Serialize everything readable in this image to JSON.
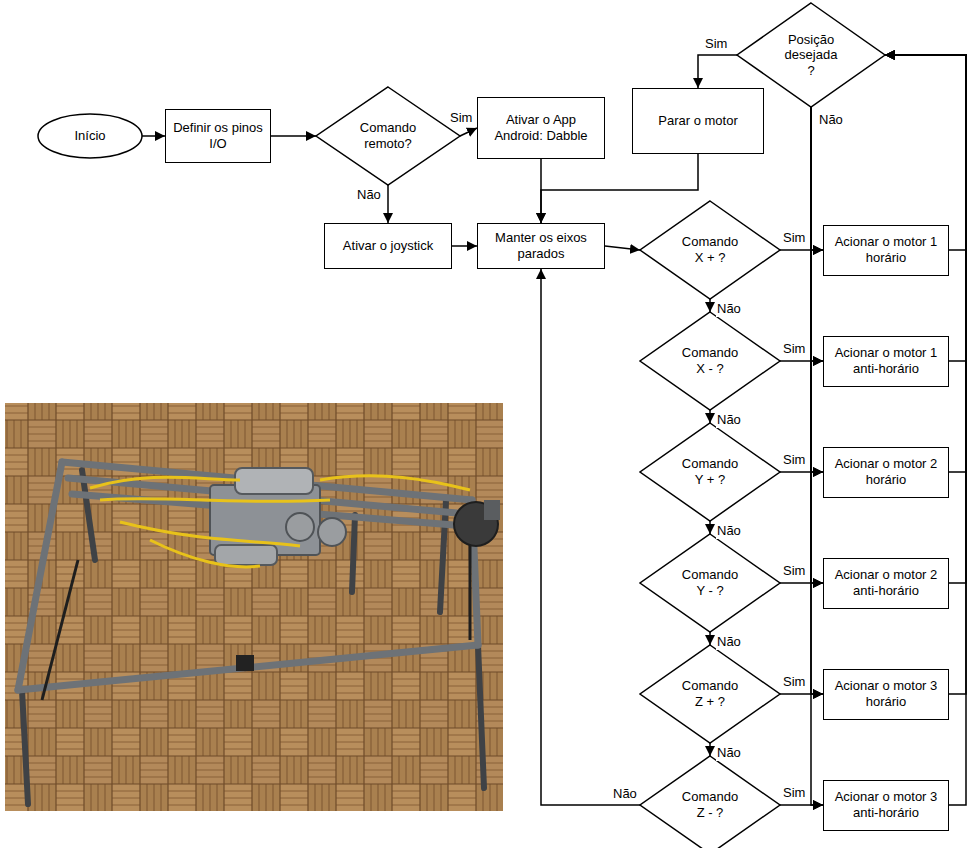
{
  "diagram": {
    "nodes": [
      {
        "text": [
          "Início"
        ]
      },
      {
        "text": [
          "Definir os pinos I/O"
        ]
      },
      {
        "text": [
          "Comando remoto?"
        ]
      },
      {
        "text": [
          "Ativar o App Android: Dabble"
        ]
      },
      {
        "text": [
          "Posição desejada ?"
        ]
      },
      {
        "text": [
          "Parar o motor"
        ]
      },
      {
        "text": [
          "Ativar o joystick"
        ]
      },
      {
        "text": [
          "Manter os eixos parados"
        ]
      },
      {
        "text": [
          "Comando X + ?"
        ]
      },
      {
        "text": [
          "Acionar o motor 1 horário"
        ]
      },
      {
        "text": [
          "Comando X - ?"
        ]
      },
      {
        "text": [
          "Acionar o motor 1 anti-horário"
        ]
      },
      {
        "text": [
          "Comando Y + ?"
        ]
      },
      {
        "text": [
          "Acionar o motor 2 horário"
        ]
      },
      {
        "text": [
          "Comando Y - ?"
        ]
      },
      {
        "text": [
          "Acionar o motor 2 anti-horário"
        ]
      },
      {
        "text": [
          "Comando Z + ?"
        ]
      },
      {
        "text": [
          "Acionar o motor 3 horário"
        ]
      },
      {
        "text": [
          "Comando Z - ?"
        ]
      },
      {
        "text": [
          "Acionar o motor 3 anti-horário"
        ]
      }
    ],
    "edges": [
      {
        "from": 0,
        "to": 1,
        "arrow": "to"
      },
      {
        "from": 1,
        "to": 2,
        "arrow": "to"
      },
      {
        "from": 2,
        "to": 3,
        "label": "Sim",
        "arrow": "to"
      },
      {
        "from": 2,
        "to": 6,
        "label": "Não",
        "arrow": "to"
      },
      {
        "from": 4,
        "to": 5,
        "label": "Sim",
        "arrow": "to"
      },
      {
        "from": 4,
        "to": 9,
        "label": "Não",
        "arrow": "to"
      },
      {
        "from": 4,
        "to": 11,
        "arrow": "to"
      },
      {
        "from": 4,
        "to": 13,
        "arrow": "to"
      },
      {
        "from": 4,
        "to": 15,
        "arrow": "to"
      },
      {
        "from": 4,
        "to": 17,
        "arrow": "to"
      },
      {
        "from": 4,
        "to": 19,
        "arrow": "to"
      },
      {
        "from": 3,
        "to": 7,
        "arrow": "to"
      },
      {
        "from": 5,
        "to": 7,
        "arrow": "to"
      },
      {
        "from": 6,
        "to": 7,
        "arrow": "to"
      },
      {
        "from": 7,
        "to": 8,
        "arrow": "to"
      },
      {
        "from": 8,
        "to": 9,
        "label": "Sim",
        "arrow": "to"
      },
      {
        "from": 8,
        "to": 10,
        "label": "Não",
        "arrow": "to"
      },
      {
        "from": 10,
        "to": 11,
        "label": "Sim",
        "arrow": "to"
      },
      {
        "from": 10,
        "to": 12,
        "label": "Não",
        "arrow": "to"
      },
      {
        "from": 12,
        "to": 13,
        "label": "Sim",
        "arrow": "to"
      },
      {
        "from": 12,
        "to": 14,
        "label": "Não",
        "arrow": "to"
      },
      {
        "from": 14,
        "to": 15,
        "label": "Sim",
        "arrow": "to"
      },
      {
        "from": 14,
        "to": 16,
        "label": "Não",
        "arrow": "to"
      },
      {
        "from": 16,
        "to": 17,
        "label": "Sim",
        "arrow": "to"
      },
      {
        "from": 16,
        "to": 18,
        "label": "Não",
        "arrow": "to"
      },
      {
        "from": 18,
        "to": 19,
        "label": "Sim",
        "arrow": "to"
      },
      {
        "from": 18,
        "to": 7,
        "label": "Não",
        "arrow": "to"
      },
      {
        "from": 9,
        "to": 4,
        "arrow": "to"
      },
      {
        "from": 11,
        "to": 4,
        "arrow": "to"
      },
      {
        "from": 13,
        "to": 4,
        "arrow": "to"
      },
      {
        "from": 15,
        "to": 4,
        "arrow": "to"
      },
      {
        "from": 17,
        "to": 4,
        "arrow": "to"
      },
      {
        "from": 19,
        "to": 4,
        "arrow": "to"
      }
    ]
  }
}
